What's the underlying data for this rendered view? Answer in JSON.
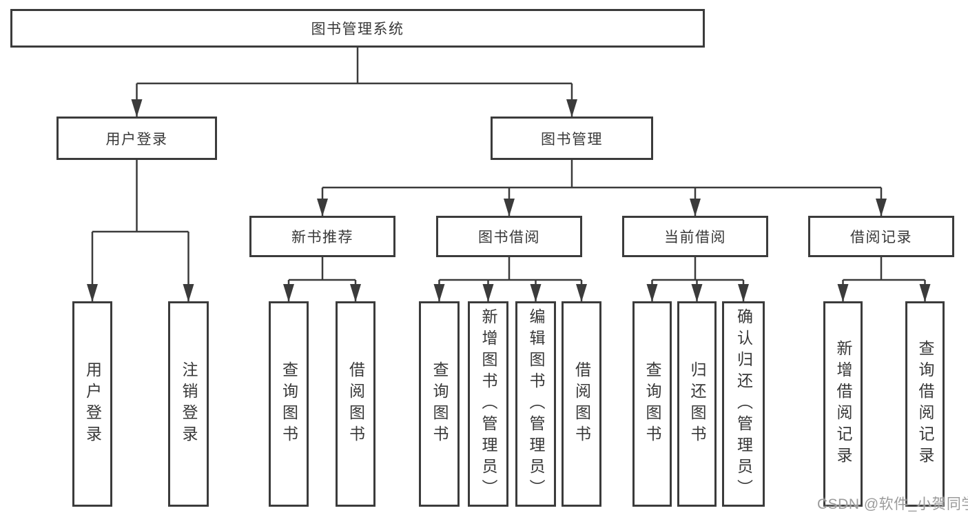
{
  "diagram": {
    "root": {
      "label": "图书管理系统",
      "children": [
        {
          "label": "用户登录",
          "children": [
            {
              "label": "用户登录"
            },
            {
              "label": "注销登录"
            }
          ]
        },
        {
          "label": "图书管理",
          "children": [
            {
              "label": "新书推荐",
              "children": [
                {
                  "label": "查询图书"
                },
                {
                  "label": "借阅图书"
                }
              ]
            },
            {
              "label": "图书借阅",
              "children": [
                {
                  "label": "查询图书"
                },
                {
                  "label": "新增图书（管理员）"
                },
                {
                  "label": "编辑图书（管理员）"
                },
                {
                  "label": "借阅图书"
                }
              ]
            },
            {
              "label": "当前借阅",
              "children": [
                {
                  "label": "查询图书"
                },
                {
                  "label": "归还图书"
                },
                {
                  "label": "确认归还（管理员）"
                }
              ]
            },
            {
              "label": "借阅记录",
              "children": [
                {
                  "label": "新增借阅记录"
                },
                {
                  "label": "查询借阅记录"
                }
              ]
            }
          ]
        }
      ]
    }
  },
  "watermark": {
    "text": "CSDN @软件_小贺同学"
  },
  "colors": {
    "line": "#3b3b3b",
    "box_border": "#3b3b3b",
    "text": "#383838",
    "watermark": "#9b9b9b",
    "background": "#ffffff"
  }
}
